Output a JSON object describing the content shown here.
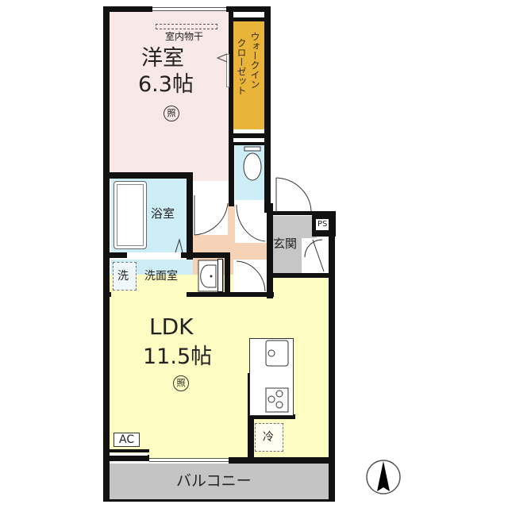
{
  "colors": {
    "western_room": "#f9e8e8",
    "walk_in_closet": "#e9b43a",
    "toilet": "#cdeef6",
    "bath": "#cdeef6",
    "washroom": "#cdeef6",
    "hallway": "#f6d3b6",
    "entrance": "#c6c6c6",
    "ldk": "#fdfcc2",
    "balcony": "#c4c4c4",
    "wall": "#111111"
  },
  "rooms": {
    "western_room": {
      "name": "洋室",
      "size": "6.3帖",
      "badge": "照",
      "drying_rack": "室内物干"
    },
    "walk_in_closet": {
      "name_lines": [
        "ウォークイン",
        "クローゼット"
      ]
    },
    "bath": {
      "name": "浴室"
    },
    "washroom": {
      "name": "洗面室",
      "washer_mark": "洗"
    },
    "entrance": {
      "name": "玄関"
    },
    "pipe_space": {
      "name": "PS"
    },
    "ldk": {
      "name": "LDK",
      "size": "11.5帖",
      "badge": "照"
    },
    "fridge": {
      "mark": "冷"
    },
    "aircon": {
      "mark": "AC"
    },
    "balcony": {
      "name": "バルコニー"
    }
  },
  "compass": {
    "direction": "north"
  }
}
